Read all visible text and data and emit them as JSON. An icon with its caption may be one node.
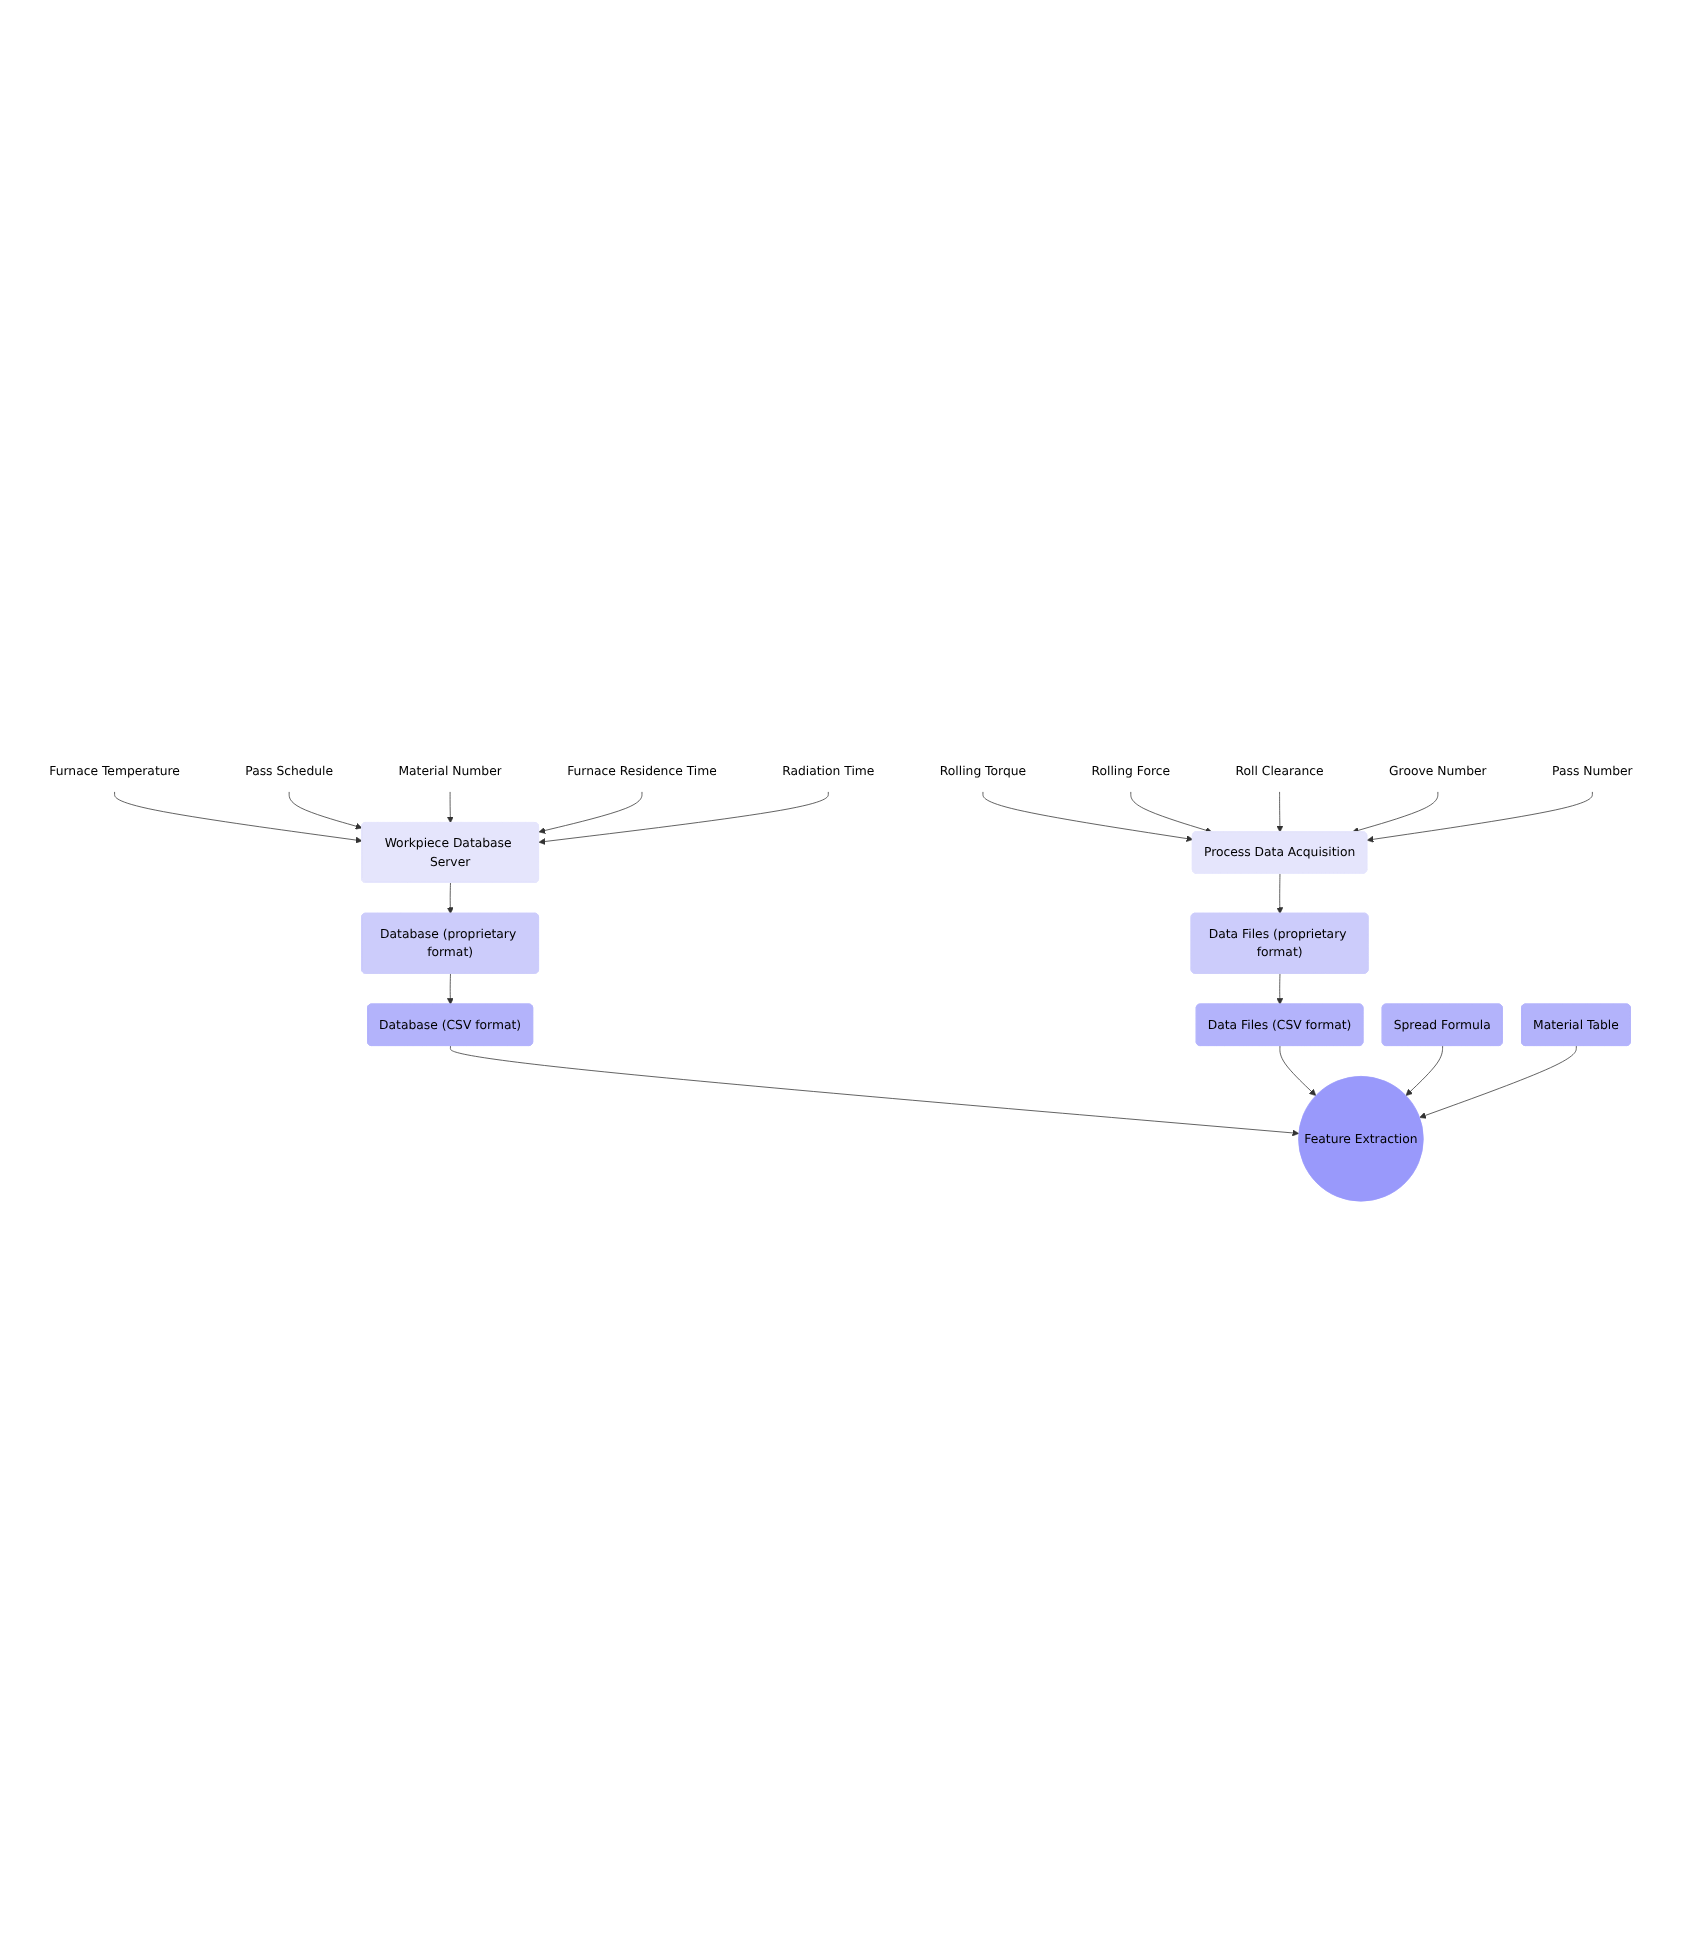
{
  "diagram": {
    "nodes": [
      {
        "text": [
          "Pass Schedule"
        ]
      },
      {
        "text": [
          "Material Number"
        ]
      },
      {
        "text": [
          "Rolling Torque"
        ]
      },
      {
        "text": [
          "Rolling Force"
        ]
      },
      {
        "text": [
          "Furnace Temperature"
        ]
      },
      {
        "text": [
          "Roll Clearance"
        ]
      },
      {
        "text": [
          "Furnace Residence Time"
        ]
      },
      {
        "text": [
          "Workpiece Database Server"
        ]
      },
      {
        "text": [
          "Process Data Acquisition"
        ]
      },
      {
        "text": [
          "Groove Number"
        ]
      },
      {
        "text": [
          "Radiation Time"
        ]
      },
      {
        "text": [
          "Pass Number"
        ]
      },
      {
        "text": [
          "Database (proprietary format)"
        ]
      },
      {
        "text": [
          "Data Files (proprietary format)"
        ]
      },
      {
        "text": [
          "Database (CSV format)"
        ]
      },
      {
        "text": [
          "Data Files (CSV format)"
        ]
      },
      {
        "text": [
          "Spread Formula"
        ]
      },
      {
        "text": [
          "Feature Extraction"
        ]
      },
      {
        "text": [
          "Material Table"
        ]
      }
    ],
    "edges": [
      {
        "from": 4,
        "to": 7,
        "arrow": "to"
      },
      {
        "from": 0,
        "to": 7,
        "arrow": "to"
      },
      {
        "from": 1,
        "to": 7,
        "arrow": "to"
      },
      {
        "from": 6,
        "to": 7,
        "arrow": "to"
      },
      {
        "from": 10,
        "to": 7,
        "arrow": "to"
      },
      {
        "from": 2,
        "to": 8,
        "arrow": "to"
      },
      {
        "from": 3,
        "to": 8,
        "arrow": "to"
      },
      {
        "from": 5,
        "to": 8,
        "arrow": "to"
      },
      {
        "from": 9,
        "to": 8,
        "arrow": "to"
      },
      {
        "from": 11,
        "to": 8,
        "arrow": "to"
      },
      {
        "from": 7,
        "to": 12,
        "arrow": "to"
      },
      {
        "from": 8,
        "to": 13,
        "arrow": "to"
      },
      {
        "from": 12,
        "to": 14,
        "arrow": "to"
      },
      {
        "from": 13,
        "to": 15,
        "arrow": "to"
      },
      {
        "from": 14,
        "to": 17,
        "arrow": "to"
      },
      {
        "from": 15,
        "to": 17,
        "arrow": "to"
      },
      {
        "from": 16,
        "to": 17,
        "arrow": "to"
      },
      {
        "from": 18,
        "to": 17,
        "arrow": "to"
      }
    ]
  }
}
